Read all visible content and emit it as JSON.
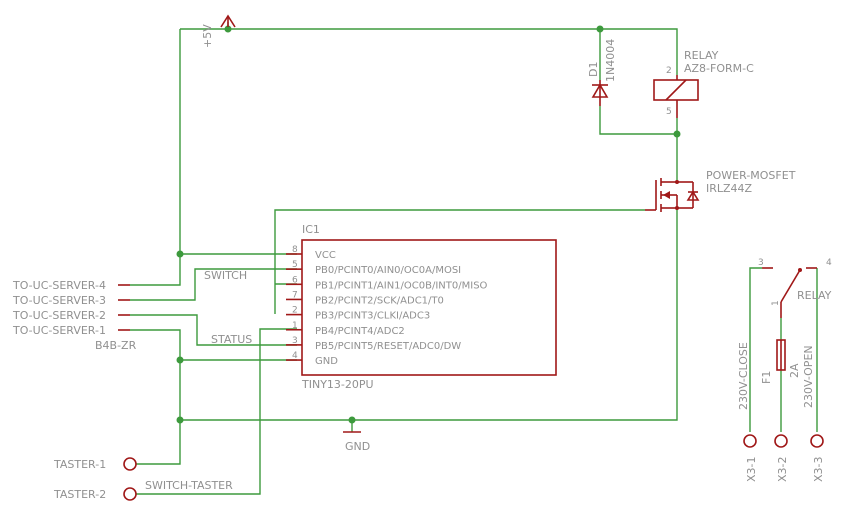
{
  "power": {
    "vcc_label": "+5V",
    "gnd_label": "GND"
  },
  "diode": {
    "name": "D1",
    "value": "1N4004"
  },
  "relay": {
    "name": "RELAY",
    "value": "AZ8-FORM-C",
    "pin_coil_top": "2",
    "pin_coil_bottom": "5",
    "contact_label": "RELAY",
    "pin_a": "3",
    "pin_b": "4",
    "pin_c": "1"
  },
  "mosfet": {
    "name": "POWER-MOSFET",
    "value": "IRLZ44Z"
  },
  "ic": {
    "name": "IC1",
    "value": "TINY13-20PU",
    "pins": [
      {
        "num": "8",
        "label": "VCC"
      },
      {
        "num": "5",
        "label": "PB0/PCINT0/AIN0/OC0A/MOSI"
      },
      {
        "num": "6",
        "label": "PB1/PCINT1/AIN1/OC0B/INT0/MISO"
      },
      {
        "num": "7",
        "label": "PB2/PCINT2/SCK/ADC1/T0"
      },
      {
        "num": "2",
        "label": "PB3/PCINT3/CLKI/ADC3"
      },
      {
        "num": "1",
        "label": "PB4/PCINT4/ADC2"
      },
      {
        "num": "3",
        "label": "PB5/PCINT5/RESET/ADC0/DW"
      },
      {
        "num": "4",
        "label": "GND"
      }
    ]
  },
  "nets": {
    "switch": "SWITCH",
    "status": "STATUS",
    "switch_taster": "SWITCH-TASTER"
  },
  "connector_b4b": {
    "name": "B4B-ZR",
    "pins": [
      "TO-UC-SERVER-4",
      "TO-UC-SERVER-3",
      "TO-UC-SERVER-2",
      "TO-UC-SERVER-1"
    ]
  },
  "taster": {
    "pins": [
      "TASTER-1",
      "TASTER-2"
    ]
  },
  "fuse": {
    "name": "F1",
    "value": "2A"
  },
  "output": {
    "close_label": "230V-CLOSE",
    "open_label": "230V-OPEN",
    "terminals": [
      "X3-1",
      "X3-2",
      "X3-3"
    ]
  }
}
